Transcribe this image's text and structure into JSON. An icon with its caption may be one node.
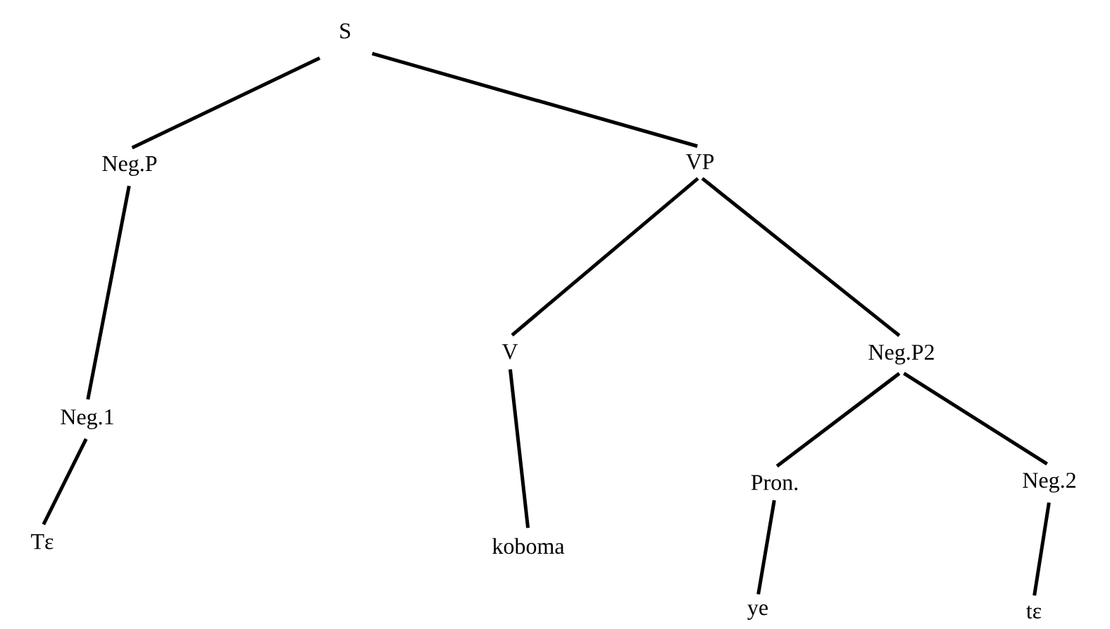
{
  "diagram": {
    "nodes": [
      {
        "text": [
          "S"
        ]
      },
      {
        "text": [
          "Neg.P"
        ]
      },
      {
        "text": [
          "VP"
        ]
      },
      {
        "text": [
          "Neg.1"
        ]
      },
      {
        "text": [
          "V"
        ]
      },
      {
        "text": [
          "Neg.P2"
        ]
      },
      {
        "text": [
          "Tε"
        ]
      },
      {
        "text": [
          "koboma"
        ]
      },
      {
        "text": [
          "Pron."
        ]
      },
      {
        "text": [
          "Neg.2"
        ]
      },
      {
        "text": [
          "ye"
        ]
      },
      {
        "text": [
          "tε"
        ]
      }
    ],
    "edges": [
      {
        "from": 0,
        "to": 1,
        "arrow": "none"
      },
      {
        "from": 0,
        "to": 2,
        "arrow": "none"
      },
      {
        "from": 1,
        "to": 3,
        "arrow": "none"
      },
      {
        "from": 2,
        "to": 4,
        "arrow": "none"
      },
      {
        "from": 2,
        "to": 5,
        "arrow": "none"
      },
      {
        "from": 3,
        "to": 6,
        "arrow": "none"
      },
      {
        "from": 4,
        "to": 7,
        "arrow": "none"
      },
      {
        "from": 5,
        "to": 8,
        "arrow": "none"
      },
      {
        "from": 5,
        "to": 9,
        "arrow": "none"
      },
      {
        "from": 8,
        "to": 10,
        "arrow": "none"
      },
      {
        "from": 9,
        "to": 11,
        "arrow": "none"
      }
    ]
  }
}
